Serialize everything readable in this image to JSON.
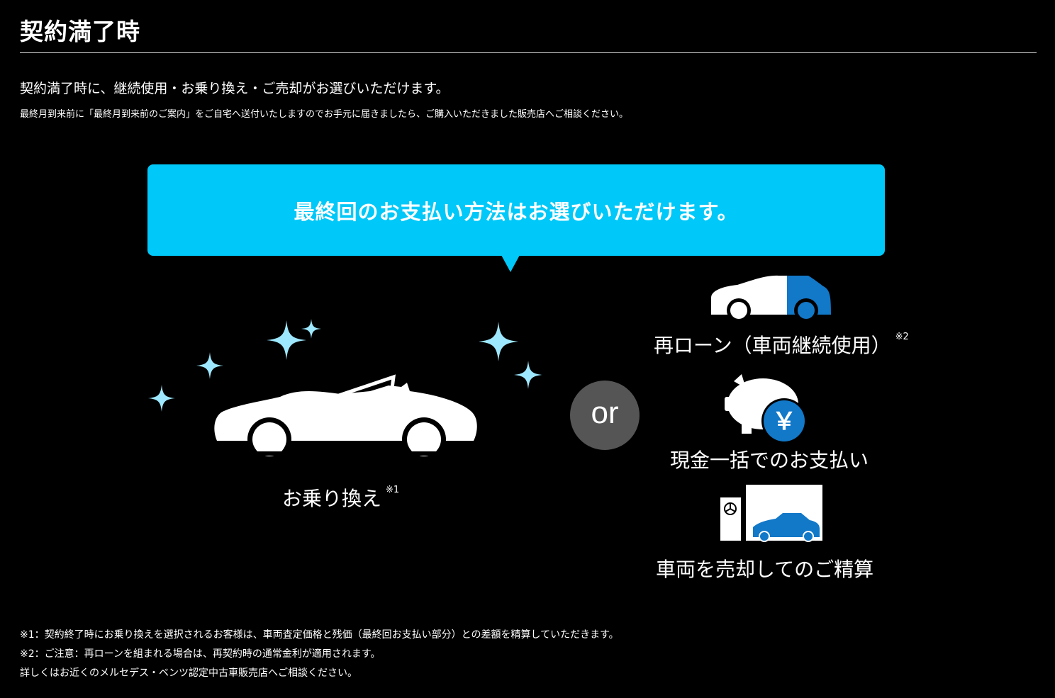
{
  "header": {
    "title": "契約満了時",
    "lead": "契約満了時に、継続使用・お乗り換え・ご売却がお選びいただけます。",
    "sub": "最終月到来前に「最終月到来前のご案内」をご自宅へ送付いたしますのでお手元に届きましたら、ご購入いただきました販売店へご相談ください。"
  },
  "bubble": {
    "text": "最終回のお支払い方法はお選びいただけます。"
  },
  "left_option": {
    "label": "お乗り換え",
    "note_mark": "※1",
    "icon": "convertible-car-icon"
  },
  "separator": {
    "text": "or"
  },
  "right_options": [
    {
      "label": "再ローン（車両継続使用）",
      "note_mark": "※2",
      "icon": "car-half-blue-icon"
    },
    {
      "label": "現金一括でのお支払い",
      "icon": "piggy-bank-yen-icon"
    },
    {
      "label": "車両を売却してのご精算",
      "icon": "dealership-car-icon"
    }
  ],
  "notes": [
    "※1：契約終了時にお乗り換えを選択されるお客様は、車両査定価格と残価（最終回お支払い部分）との差額を精算していただきます。",
    "※2：ご注意：再ローンを組まれる場合は、再契約時の通常金利が適用されます。",
    "詳しくはお近くのメルセデス・ベンツ認定中古車販売店へご相談ください。"
  ],
  "colors": {
    "accent": "#00c8f8",
    "blue_car": "#1278c8",
    "sparkle": "#9ee8ff",
    "or_circle": "#555555"
  },
  "piggy_symbol": "￥"
}
